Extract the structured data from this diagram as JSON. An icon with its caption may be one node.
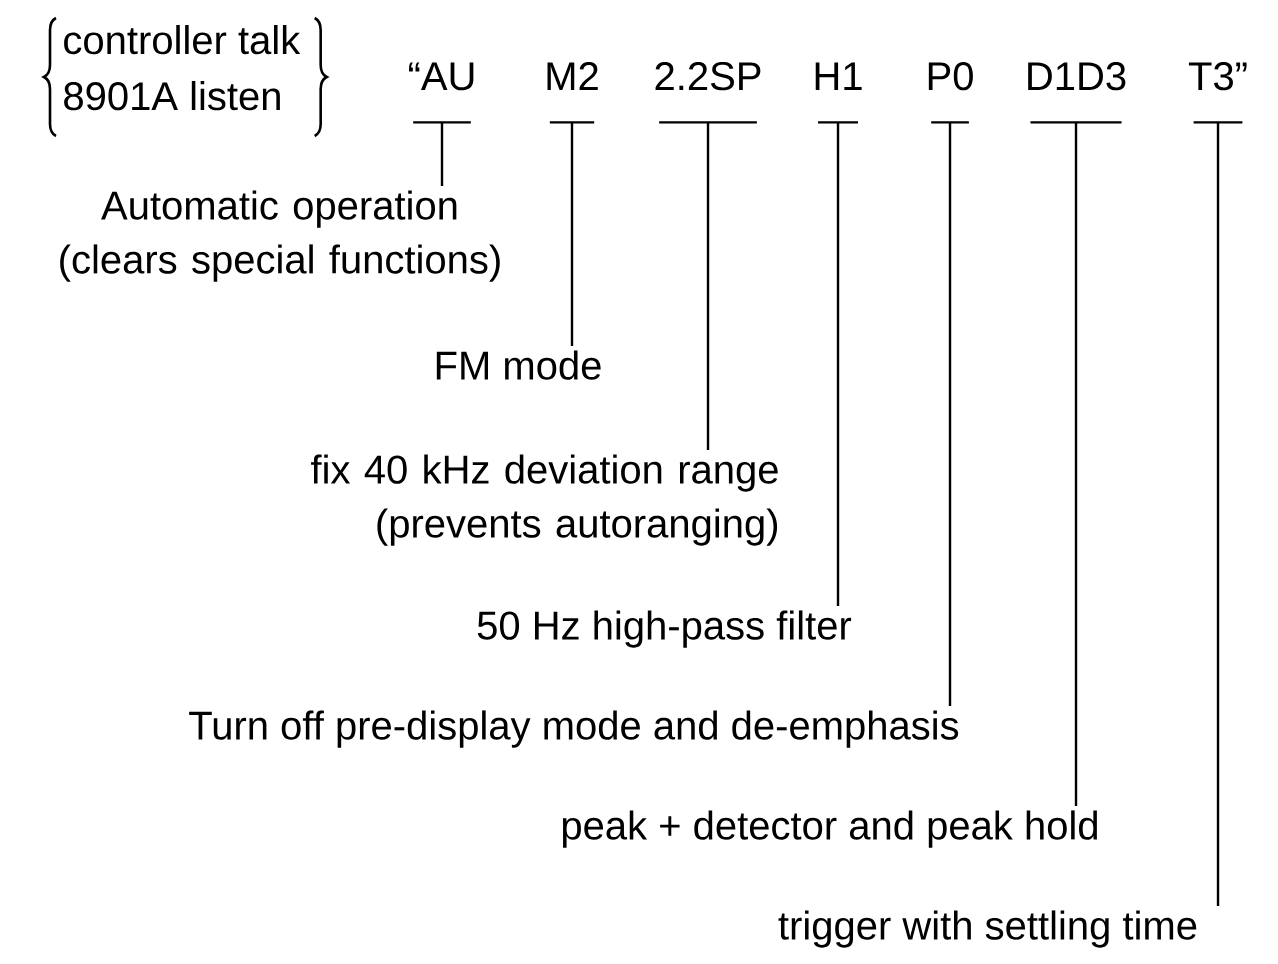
{
  "diagram": {
    "nodes": [
      {
        "text": [
          "“AU"
        ]
      },
      {
        "text": [
          "M2"
        ]
      },
      {
        "text": [
          "2.2SP"
        ]
      },
      {
        "text": [
          "H1"
        ]
      },
      {
        "text": [
          "P0"
        ]
      },
      {
        "text": [
          "D1D3"
        ]
      },
      {
        "text": [
          "T3”"
        ]
      },
      {
        "text": [
          "Automatic operation (clears special functions)"
        ]
      },
      {
        "text": [
          "FM mode"
        ]
      },
      {
        "text": [
          "fix 40 kHz deviation range (prevents autoranging)"
        ]
      },
      {
        "text": [
          "50 Hz high-pass filter"
        ]
      },
      {
        "text": [
          "Turn off pre-display mode and de-emphasis"
        ]
      },
      {
        "text": [
          "peak + detector and peak hold"
        ]
      },
      {
        "text": [
          "trigger with settling time"
        ]
      }
    ],
    "edges": [
      {
        "from": 0,
        "to": 7,
        "arrow": "none"
      },
      {
        "from": 1,
        "to": 8,
        "arrow": "none"
      },
      {
        "from": 2,
        "to": 9,
        "arrow": "none"
      },
      {
        "from": 3,
        "to": 10,
        "arrow": "none"
      },
      {
        "from": 4,
        "to": 11,
        "arrow": "none"
      },
      {
        "from": 5,
        "to": 12,
        "arrow": "none"
      },
      {
        "from": 6,
        "to": 13,
        "arrow": "none"
      }
    ],
    "labels": [
      "controller talk",
      "8901A listen"
    ]
  }
}
